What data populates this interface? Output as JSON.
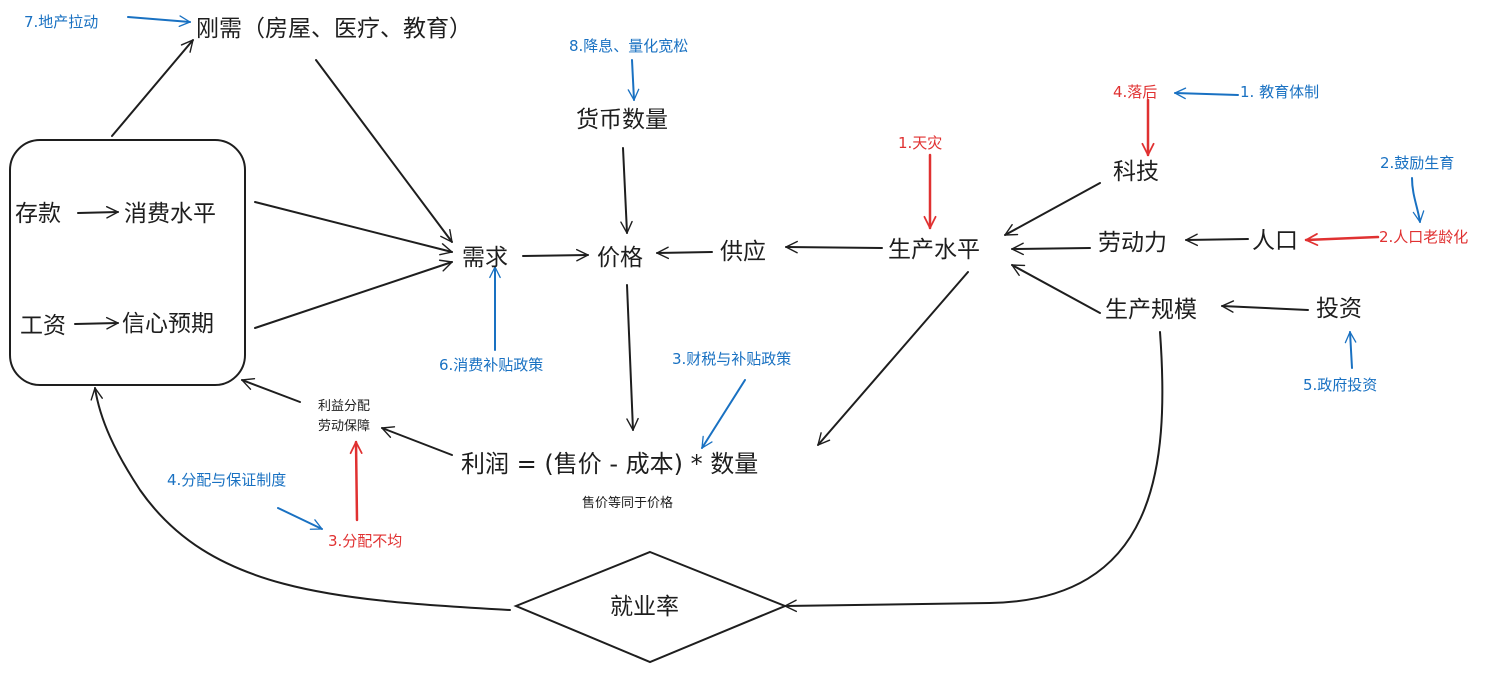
{
  "colors": {
    "ink": "#1e1e1e",
    "factor_blue": "#1971c2",
    "risk_red": "#e03131",
    "background": "#ffffff"
  },
  "nodes": {
    "rigid_demand": "刚需（房屋、医疗、教育）",
    "deposit": "存款",
    "consumption_level": "消费水平",
    "wage": "工资",
    "confidence": "信心预期",
    "demand": "需求",
    "price": "价格",
    "supply": "供应",
    "money_quantity": "货币数量",
    "production_level": "生产水平",
    "tech": "科技",
    "labor": "劳动力",
    "population": "人口",
    "production_scale": "生产规模",
    "investment": "投资",
    "profit_formula": "利润 = (售价 - 成本) * 数量",
    "employment": "就业率"
  },
  "notes": {
    "distribution_line1": "利益分配",
    "distribution_line2": "劳动保障",
    "price_note": "售价等同于价格"
  },
  "blue_factors": {
    "real_estate": "7.地产拉动",
    "monetary": "8.降息、量化宽松",
    "education_system": "1. 教育体制",
    "encourage_birth": "2.鼓励生育",
    "consumption_subsidy": "6.消费补贴政策",
    "fiscal_subsidy": "3.财税与补贴政策",
    "gov_investment": "5.政府投资",
    "distribution_system": "4.分配与保证制度"
  },
  "red_factors": {
    "disaster": "1.天灾",
    "backward": "4.落后",
    "aging": "2.人口老龄化",
    "inequality": "3.分配不均"
  }
}
